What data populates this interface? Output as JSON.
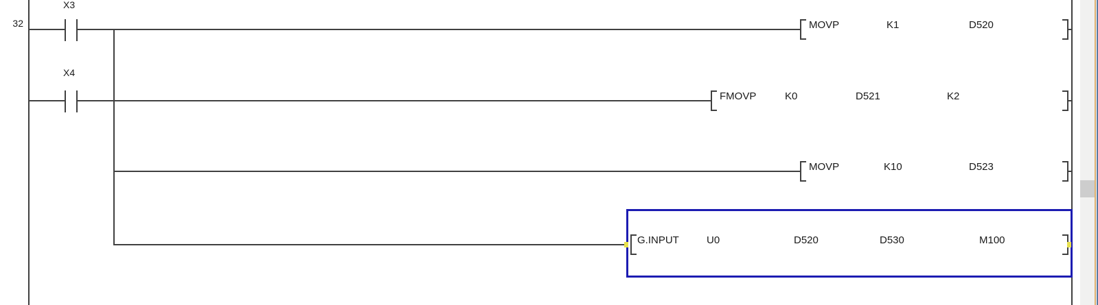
{
  "ladder": {
    "rung_number": "32",
    "rows": [
      {
        "contact_label": "X3",
        "instruction": {
          "name": "MOVP",
          "operands": [
            "K1",
            "D520"
          ]
        }
      },
      {
        "contact_label": "X4",
        "instruction": {
          "name": "FMOVP",
          "operands": [
            "K0",
            "D521",
            "K2"
          ]
        }
      },
      {
        "instruction": {
          "name": "MOVP",
          "operands": [
            "K10",
            "D523"
          ]
        }
      },
      {
        "instruction": {
          "name": "G.INPUT",
          "operands": [
            "U0",
            "D520",
            "D530",
            "M100"
          ],
          "selected": true
        }
      }
    ]
  },
  "colors": {
    "wire": "#404040",
    "selection_border": "#1c1cb2",
    "connection_nub": "#e8e24e",
    "scrollbar_track": "#f1f1f0",
    "scrollbar_thumb": "#cdcdcd"
  }
}
